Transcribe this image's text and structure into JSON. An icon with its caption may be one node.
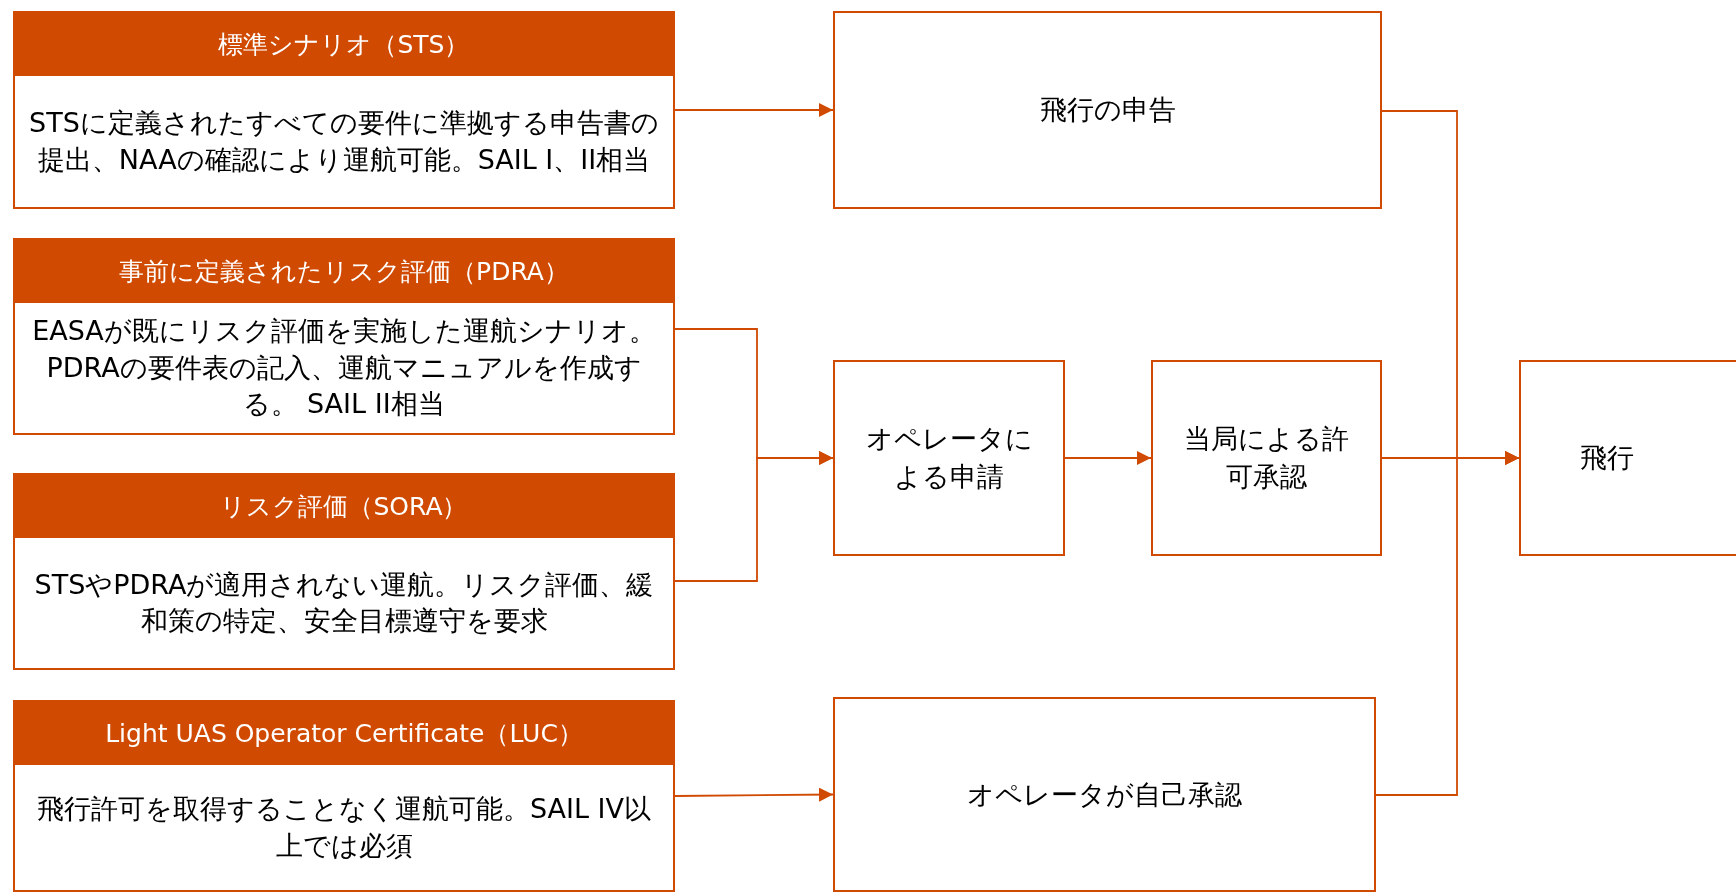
{
  "diagram": {
    "nodes": [
      {
        "text": [
          "標準シナリオ（STS）",
          "STSに定義されたすべての要件に準拠する申告書の提出、NAAの確認により運航可能。SAIL I、II相当"
        ]
      },
      {
        "text": [
          "事前に定義されたリスク評価（PDRA）",
          "EASAが既にリスク評価を実施した運航シナリオ。PDRAの要件表の記入、運航マニュアルを作成する。 SAIL II相当"
        ]
      },
      {
        "text": [
          "リスク評価（SORA）",
          "STSやPDRAが適用されない運航。リスク評価、緩和策の特定、安全目標遵守を要求"
        ]
      },
      {
        "text": [
          "Light UAS Operator Certificate（LUC）",
          "飛行許可を取得することなく運航可能。SAIL IV以上では必須"
        ]
      },
      {
        "text": [
          "飛行の申告"
        ]
      },
      {
        "text": [
          "オペレータによる申請"
        ]
      },
      {
        "text": [
          "当局による許可承認"
        ]
      },
      {
        "text": [
          "オペレータが自己承認"
        ]
      },
      {
        "text": [
          "飛行"
        ]
      }
    ],
    "edges": [
      {
        "from": 0,
        "to": 4,
        "arrow": "to"
      },
      {
        "from": 1,
        "to": 5,
        "arrow": "to"
      },
      {
        "from": 2,
        "to": 5,
        "arrow": "to"
      },
      {
        "from": 3,
        "to": 7,
        "arrow": "to"
      },
      {
        "from": 5,
        "to": 6,
        "arrow": "to"
      },
      {
        "from": 4,
        "to": 8,
        "arrow": "to"
      },
      {
        "from": 6,
        "to": 8,
        "arrow": "to"
      },
      {
        "from": 7,
        "to": 8,
        "arrow": "to"
      }
    ]
  }
}
